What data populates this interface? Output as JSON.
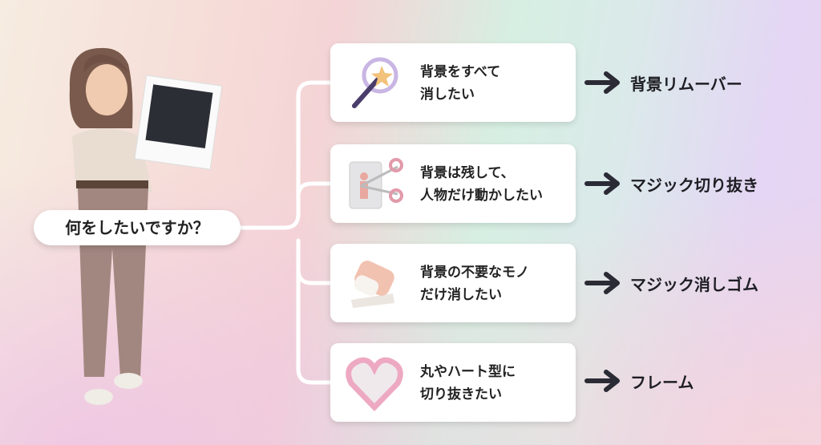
{
  "question": "何をしたいですか？",
  "options": [
    {
      "line1": "背景をすべて",
      "line2": "消したい",
      "result": "背景リムーバー",
      "icon": "magic-wand-icon"
    },
    {
      "line1": "背景は残して、",
      "line2": "人物だけ動かしたい",
      "result": "マジック切り抜き",
      "icon": "scissors-icon"
    },
    {
      "line1": "背景の不要なモノ",
      "line2": "だけ消したい",
      "result": "マジック消しゴム",
      "icon": "eraser-icon"
    },
    {
      "line1": "丸やハート型に",
      "line2": "切り抜きたい",
      "result": "フレーム",
      "icon": "heart-frame-icon"
    }
  ],
  "colors": {
    "arrow": "#2b2b35",
    "connector": "#ffffff"
  }
}
